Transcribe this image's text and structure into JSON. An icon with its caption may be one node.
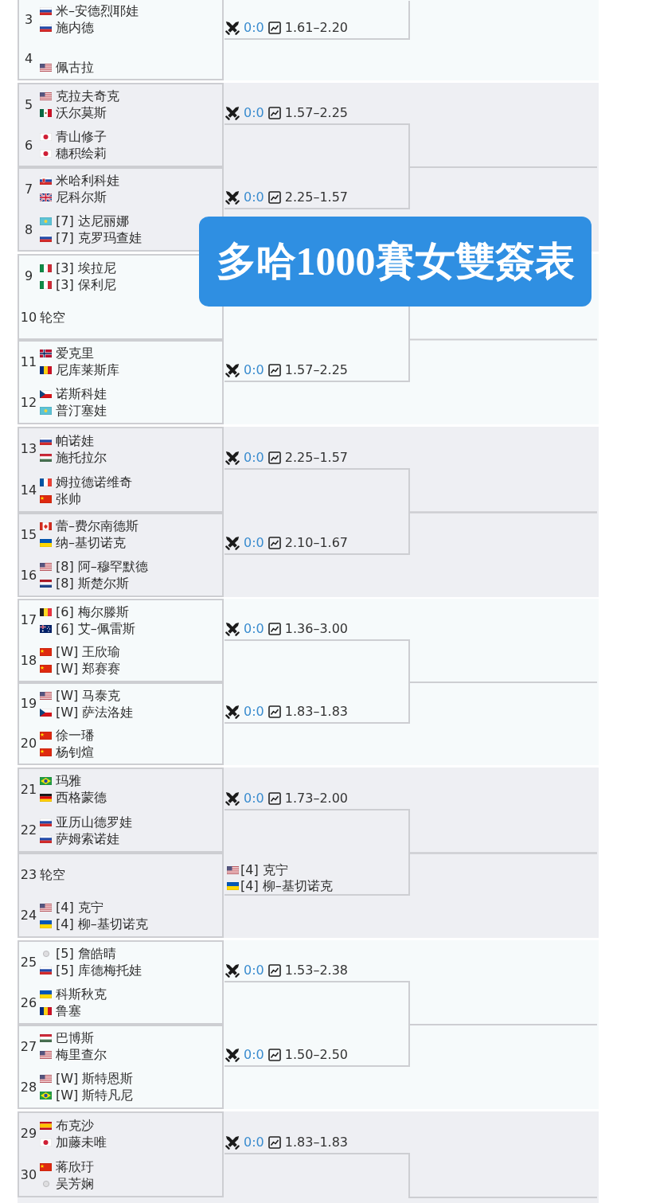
{
  "diagram": {
    "title": "多哈1000賽女雙簽表",
    "nodes": [
      {
        "text": [],
        "shape": "box"
      },
      {
        "text": [
          "3",
          "米–安德烈耶娃",
          "施内德"
        ],
        "in": 0
      },
      {
        "text": [
          "4",
          "佩古拉"
        ],
        "in": 0
      },
      {
        "text": [
          "0:0",
          "1.61–2.20"
        ]
      },
      {
        "text": [],
        "shape": "box"
      },
      {
        "text": [
          "5",
          "克拉夫奇克",
          "沃尔莫斯"
        ],
        "in": 4
      },
      {
        "text": [
          "6",
          "青山修子",
          "穗积绘莉"
        ],
        "in": 4
      },
      {
        "text": [
          "0:0",
          "1.57–2.25"
        ]
      },
      {
        "text": [],
        "shape": "box"
      },
      {
        "text": [
          "7",
          "米哈利科娃",
          "尼科尔斯"
        ],
        "in": 8
      },
      {
        "text": [
          "8",
          "[7] 达尼丽娜",
          "[7] 克罗玛查娃"
        ],
        "in": 8
      },
      {
        "text": [
          "0:0",
          "2.25–1.57"
        ]
      },
      {
        "text": [],
        "shape": "box"
      },
      {
        "text": [
          "9",
          "[3] 埃拉尼",
          "[3] 保利尼"
        ],
        "in": 12
      },
      {
        "text": [
          "10",
          "轮空"
        ],
        "in": 12
      },
      {
        "text": [],
        "shape": "box"
      },
      {
        "text": [
          "11",
          "爱克里",
          "尼库莱斯库"
        ],
        "in": 15
      },
      {
        "text": [
          "12",
          "诺斯科娃",
          "普汀塞娃"
        ],
        "in": 15
      },
      {
        "text": [
          "0:0",
          "1.57–2.25"
        ]
      },
      {
        "text": [],
        "shape": "box"
      },
      {
        "text": [
          "13",
          "帕诺娃",
          "施托拉尔"
        ],
        "in": 19
      },
      {
        "text": [
          "14",
          "姆拉德诺维奇",
          "张帅"
        ],
        "in": 19
      },
      {
        "text": [
          "0:0",
          "2.25–1.57"
        ]
      },
      {
        "text": [],
        "shape": "box"
      },
      {
        "text": [
          "15",
          "蕾–费尔南德斯",
          "纳–基切诺克"
        ],
        "in": 23
      },
      {
        "text": [
          "16",
          "[8] 阿–穆罕默德",
          "[8] 斯楚尔斯"
        ],
        "in": 23
      },
      {
        "text": [
          "0:0",
          "2.10–1.67"
        ]
      },
      {
        "text": [],
        "shape": "box"
      },
      {
        "text": [
          "17",
          "[6] 梅尔滕斯",
          "[6] 艾–佩雷斯"
        ],
        "in": 27
      },
      {
        "text": [
          "18",
          "[W] 王欣瑜",
          "[W] 郑赛赛"
        ],
        "in": 27
      },
      {
        "text": [
          "0:0",
          "1.36–3.00"
        ]
      },
      {
        "text": [],
        "shape": "box"
      },
      {
        "text": [
          "19",
          "[W] 马泰克",
          "[W] 萨法洛娃"
        ],
        "in": 31
      },
      {
        "text": [
          "20",
          "徐一璠",
          "杨钊煊"
        ],
        "in": 31
      },
      {
        "text": [
          "0:0",
          "1.83–1.83"
        ]
      },
      {
        "text": [],
        "shape": "box"
      },
      {
        "text": [
          "21",
          "玛雅",
          "西格蒙德"
        ],
        "in": 35
      },
      {
        "text": [
          "22",
          "亚历山德罗娃",
          "萨姆索诺娃"
        ],
        "in": 35
      },
      {
        "text": [
          "0:0",
          "1.73–2.00"
        ]
      },
      {
        "text": [],
        "shape": "box"
      },
      {
        "text": [
          "23",
          "轮空"
        ],
        "in": 39
      },
      {
        "text": [
          "24",
          "[4] 克宁",
          "[4] 柳–基切诺克"
        ],
        "in": 39
      },
      {
        "text": [
          "[4] 克宁",
          "[4] 柳–基切诺克"
        ]
      },
      {
        "text": [],
        "shape": "box"
      },
      {
        "text": [
          "25",
          "[5] 詹皓晴",
          "[5] 库德梅托娃"
        ],
        "in": 43
      },
      {
        "text": [
          "26",
          "科斯秋克",
          "鲁塞"
        ],
        "in": 43
      },
      {
        "text": [
          "0:0",
          "1.53–2.38"
        ]
      },
      {
        "text": [],
        "shape": "box"
      },
      {
        "text": [
          "27",
          "巴博斯",
          "梅里查尔"
        ],
        "in": 47
      },
      {
        "text": [
          "28",
          "[W] 斯特恩斯",
          "[W] 斯特凡尼"
        ],
        "in": 47
      },
      {
        "text": [
          "0:0",
          "1.50–2.50"
        ]
      },
      {
        "text": [],
        "shape": "box"
      },
      {
        "text": [
          "29",
          "布克沙",
          "加藤未唯"
        ],
        "in": 51
      },
      {
        "text": [
          "30",
          "蒋欣玗",
          "吴芳娴"
        ],
        "in": 51
      },
      {
        "text": [
          "0:0",
          "1.83–1.83"
        ]
      }
    ],
    "edges": [
      {
        "from": 3,
        "to": null,
        "arrow": "none"
      },
      {
        "from": 7,
        "to": null,
        "arrow": "none"
      },
      {
        "from": 11,
        "to": null,
        "arrow": "none"
      },
      {
        "from": 18,
        "to": null,
        "arrow": "none"
      },
      {
        "from": 22,
        "to": null,
        "arrow": "none"
      },
      {
        "from": 26,
        "to": null,
        "arrow": "none"
      },
      {
        "from": 30,
        "to": null,
        "arrow": "none"
      },
      {
        "from": 34,
        "to": null,
        "arrow": "none"
      },
      {
        "from": 38,
        "to": null,
        "arrow": "none"
      },
      {
        "from": 42,
        "to": null,
        "arrow": "none"
      },
      {
        "from": 46,
        "to": null,
        "arrow": "none"
      },
      {
        "from": 50,
        "to": null,
        "arrow": "none"
      },
      {
        "from": 54,
        "to": null,
        "arrow": "none"
      }
    ]
  }
}
